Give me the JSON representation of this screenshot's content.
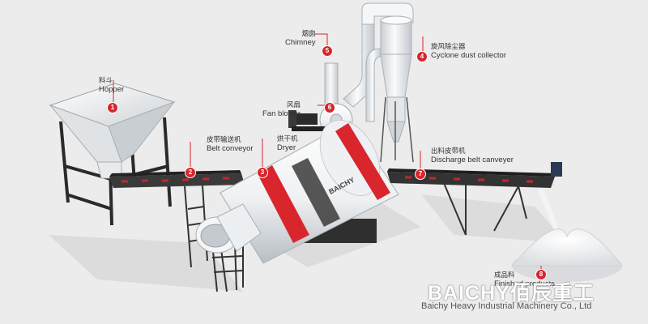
{
  "labels": [
    {
      "id": 1,
      "zh": "料斗",
      "en": "Hopper"
    },
    {
      "id": 2,
      "zh": "皮带输送机",
      "en": "Belt conveyor"
    },
    {
      "id": 3,
      "zh": "烘干机",
      "en": "Dryer"
    },
    {
      "id": 4,
      "zh": "旋风除尘器",
      "en": "Cyclone dust collector"
    },
    {
      "id": 5,
      "zh": "烟囱",
      "en": "Chimney"
    },
    {
      "id": 6,
      "zh": "风扇",
      "en": "Fan blower"
    },
    {
      "id": 7,
      "zh": "出料皮带机",
      "en": "Discharge belt canveyer"
    },
    {
      "id": 8,
      "zh": "成品料",
      "en": "Finished products"
    }
  ],
  "brand": {
    "name": "BAICHY佰辰重工",
    "company": "Baichy Heavy Industrial Machinery Co., Ltd"
  },
  "dryer_logo": "BAICHY",
  "colors": {
    "accent": "#d8262c",
    "background": "#ececec",
    "steel": "#2d2d2d",
    "body": "#f2f4f6"
  }
}
